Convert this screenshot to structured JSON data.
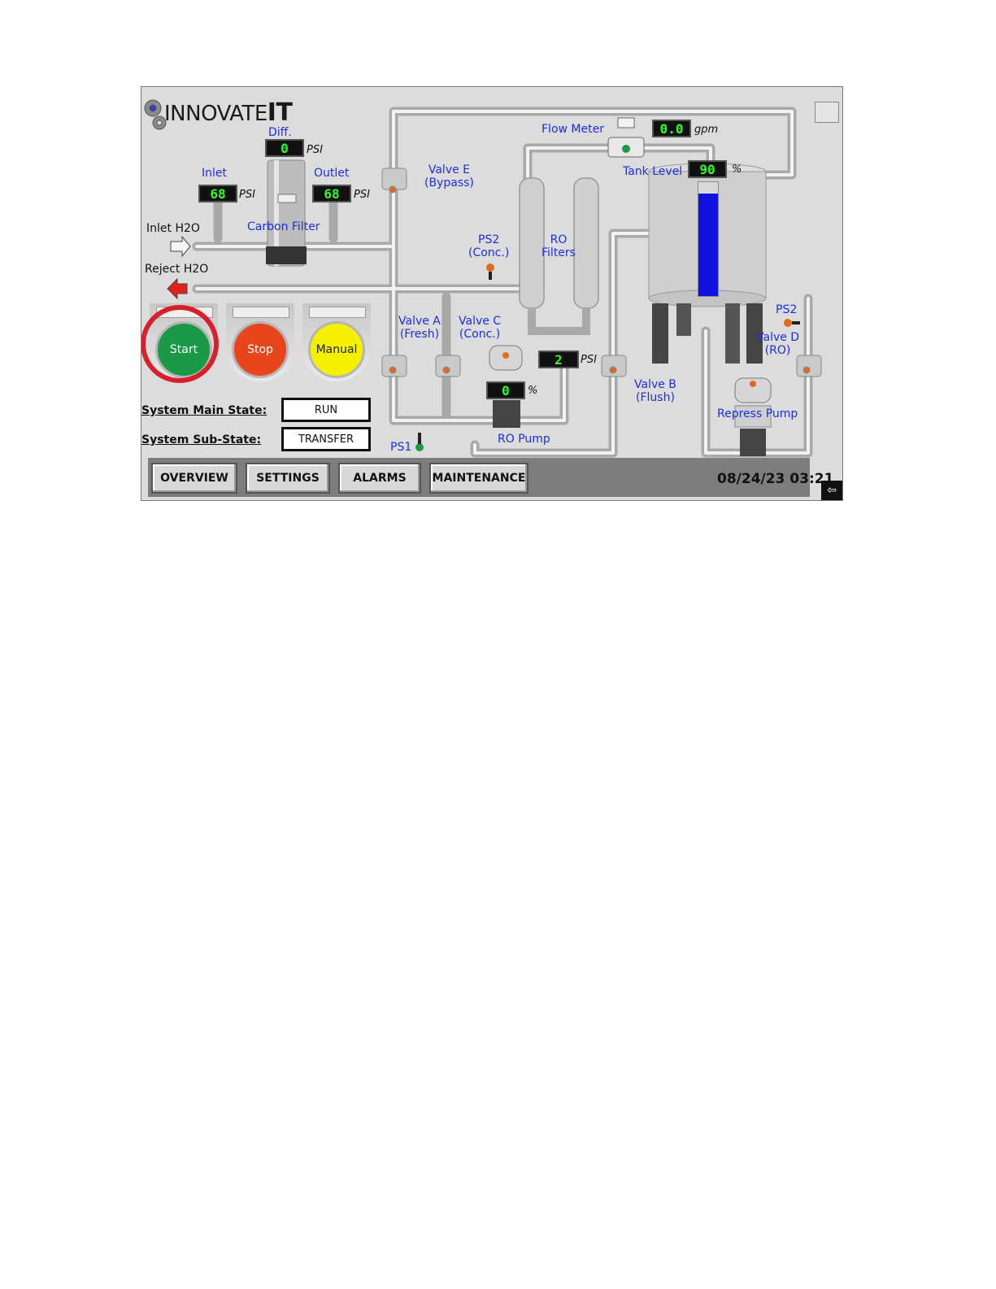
{
  "brand": {
    "logo_text_a": "INNOVATE",
    "logo_text_b": "IT"
  },
  "carbon_filter": {
    "diff_label": "Diff.",
    "diff_value": "0",
    "diff_unit": "PSI",
    "inlet_label": "Inlet",
    "inlet_value": "68",
    "inlet_unit": "PSI",
    "outlet_label": "Outlet",
    "outlet_value": "68",
    "outlet_unit": "PSI",
    "label": "Carbon Filter"
  },
  "lines": {
    "inlet": "Inlet H2O",
    "reject": "Reject H2O"
  },
  "valves": {
    "e": [
      "Valve E",
      "(Bypass)"
    ],
    "a": [
      "Valve A",
      "(Fresh)"
    ],
    "c": [
      "Valve C",
      "(Conc.)"
    ],
    "b": [
      "Valve B",
      "(Flush)"
    ],
    "d": [
      "Valve D",
      "(RO)"
    ]
  },
  "sensors": {
    "ps2_conc": [
      "PS2",
      "(Conc.)"
    ],
    "ps2_ro": "PS2",
    "ps1": "PS1",
    "ro_pressure_value": "2",
    "ro_pressure_unit": "PSI"
  },
  "ro_filters": [
    "RO",
    "Filters"
  ],
  "flow_meter": {
    "label": "Flow Meter",
    "value": "0.0",
    "unit": "gpm"
  },
  "tank": {
    "label": "Tank Level",
    "value": "90",
    "unit": "%",
    "level_fraction": 0.9
  },
  "ro_pump": {
    "label": "RO Pump",
    "value": "0",
    "unit": "%"
  },
  "repress_pump": {
    "label": "Repress Pump"
  },
  "controls": {
    "start": "Start",
    "stop": "Stop",
    "manual": "Manual"
  },
  "status": {
    "main_label": "System Main State:",
    "main_value": "RUN",
    "sub_label": "System Sub-State:",
    "sub_value": "TRANSFER"
  },
  "nav": {
    "tabs": [
      "OVERVIEW",
      "SETTINGS",
      "ALARMS",
      "MAINTENANCE"
    ],
    "datetime": "08/24/23 03:21"
  },
  "colors": {
    "start": "#1a9a48",
    "stop": "#e8451c",
    "manual": "#f5f000",
    "tank_fill": "#1010e0",
    "highlight": "#d9202a"
  }
}
